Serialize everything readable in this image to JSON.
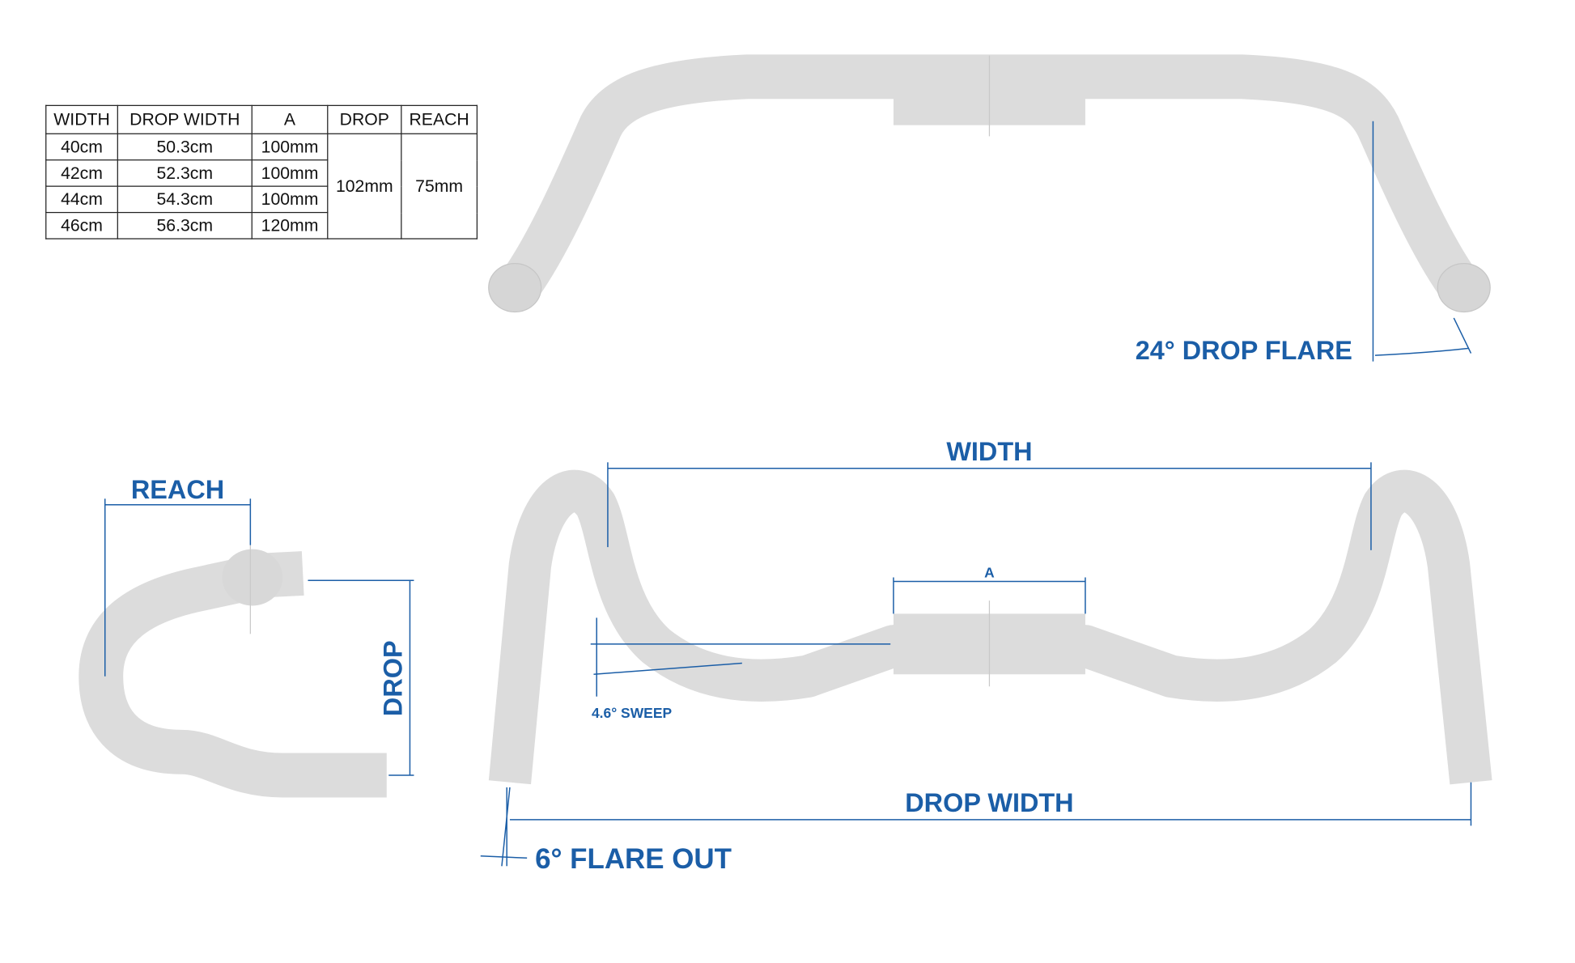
{
  "table": {
    "headers": [
      "WIDTH",
      "DROP WIDTH",
      "A",
      "DROP",
      "REACH"
    ],
    "rows": [
      {
        "width": "40cm",
        "drop_width": "50.3cm",
        "a": "100mm"
      },
      {
        "width": "42cm",
        "drop_width": "52.3cm",
        "a": "100mm"
      },
      {
        "width": "44cm",
        "drop_width": "54.3cm",
        "a": "100mm"
      },
      {
        "width": "46cm",
        "drop_width": "56.3cm",
        "a": "120mm"
      }
    ],
    "drop": "102mm",
    "reach": "75mm"
  },
  "labels": {
    "drop_flare": "24° DROP FLARE",
    "width": "WIDTH",
    "reach": "REACH",
    "drop": "DROP",
    "a": "A",
    "sweep": "4.6° SWEEP",
    "drop_width": "DROP WIDTH",
    "flare_out": "6° FLARE OUT"
  },
  "colors": {
    "accent": "#1b5ea7",
    "bar": "#dcdcdc"
  }
}
